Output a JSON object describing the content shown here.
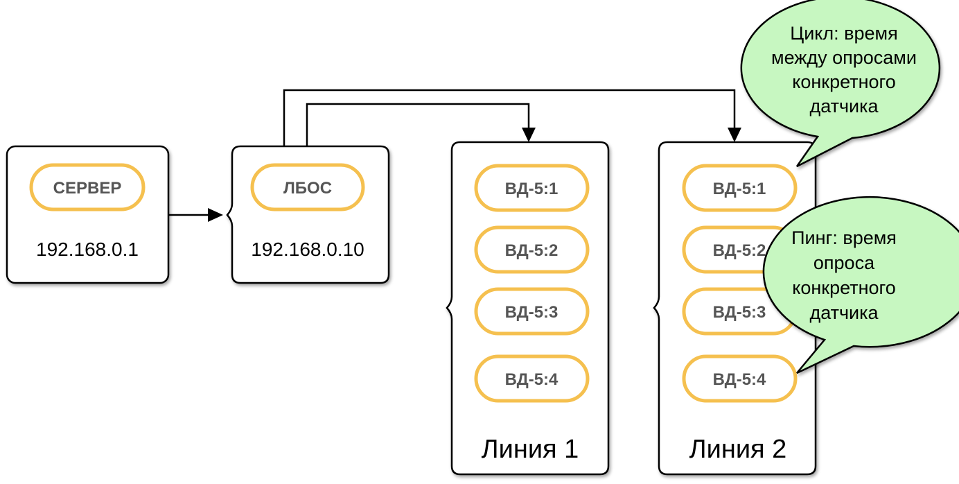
{
  "server": {
    "label": "СЕРВЕР",
    "ip": "192.168.0.1"
  },
  "lbos": {
    "label": "ЛБОС",
    "ip": "192.168.0.10"
  },
  "lines": [
    {
      "title": "Линия 1",
      "sensors": [
        "ВД-5:1",
        "ВД-5:2",
        "ВД-5:3",
        "ВД-5:4"
      ]
    },
    {
      "title": "Линия 2",
      "sensors": [
        "ВД-5:1",
        "ВД-5:2",
        "ВД-5:3",
        "ВД-5:4"
      ]
    }
  ],
  "callouts": {
    "cycle": [
      "Цикл: время",
      "между опросами",
      "конкретного",
      "датчика"
    ],
    "ping": [
      "Пинг: время",
      "опроса",
      "конкретного",
      "датчика"
    ]
  }
}
